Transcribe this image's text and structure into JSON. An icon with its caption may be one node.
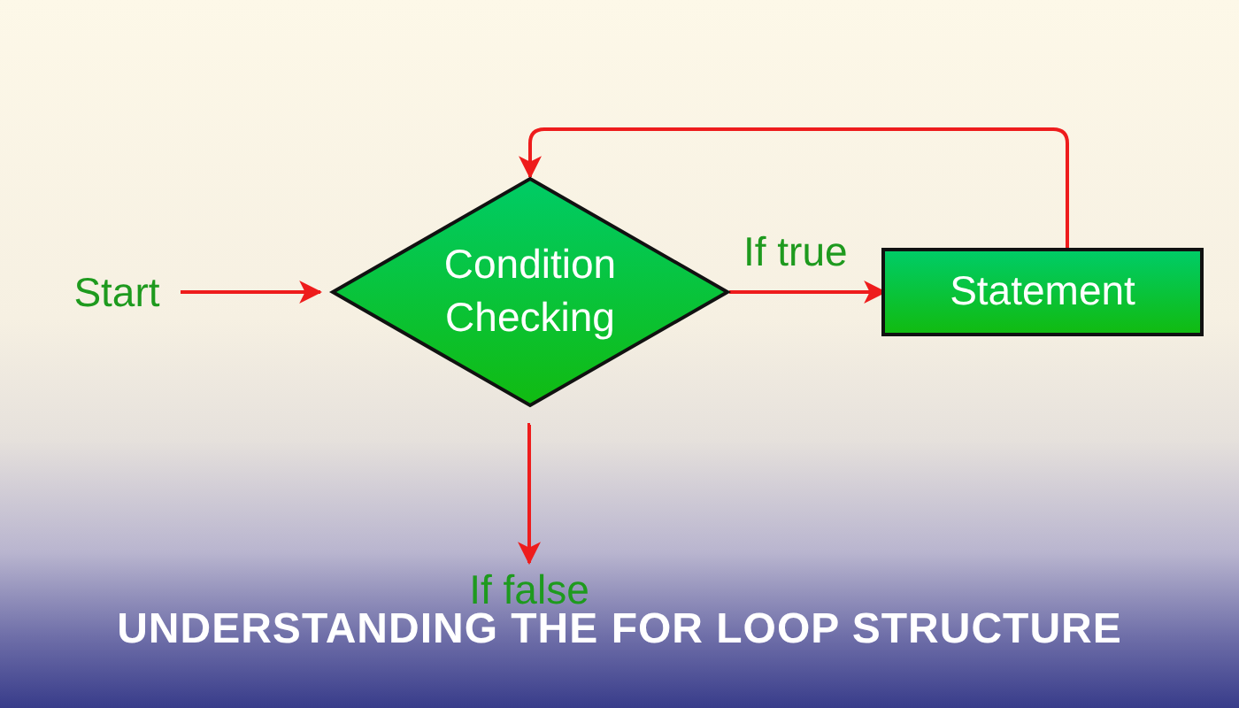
{
  "diagram": {
    "title": "UNDERSTANDING THE FOR LOOP STRUCTURE",
    "nodes": [
      {
        "text": [
          "Start"
        ]
      },
      {
        "text": [
          "Condition Checking"
        ]
      },
      {
        "text": [
          "Statement"
        ]
      },
      {
        "text": [
          "If false"
        ]
      }
    ],
    "edges": [
      {
        "from": 0,
        "to": 1,
        "arrow": "to"
      },
      {
        "from": 1,
        "to": 2,
        "arrow": "to",
        "label": "If true"
      },
      {
        "from": 2,
        "to": 1,
        "arrow": "to"
      },
      {
        "from": 1,
        "to": 3,
        "arrow": "to"
      }
    ]
  }
}
